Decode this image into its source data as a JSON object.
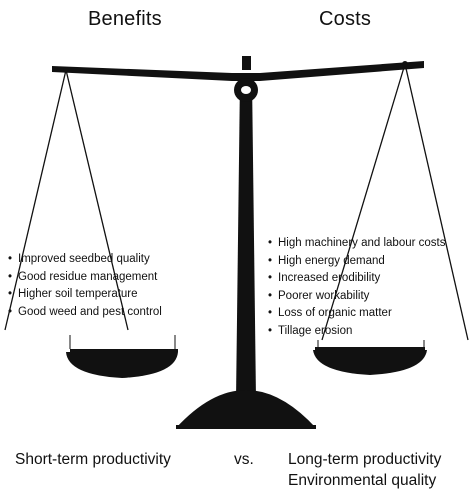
{
  "headings": {
    "benefits": "Benefits",
    "costs": "Costs"
  },
  "benefits": [
    "Improved seedbed quality",
    "Good residue management",
    "Higher soil temperature",
    "Good weed and pest control"
  ],
  "costs": [
    "High machinery and labour costs",
    "High energy demand",
    "Increased erodibility",
    "Poorer workability",
    "Loss of organic matter",
    "Tillage erosion"
  ],
  "captions": {
    "short_term": "Short-term productivity",
    "vs": "vs.",
    "long_term": "Long-term productivity",
    "environmental": "Environmental quality"
  },
  "colors": {
    "ink": "#111111",
    "background": "#ffffff"
  }
}
